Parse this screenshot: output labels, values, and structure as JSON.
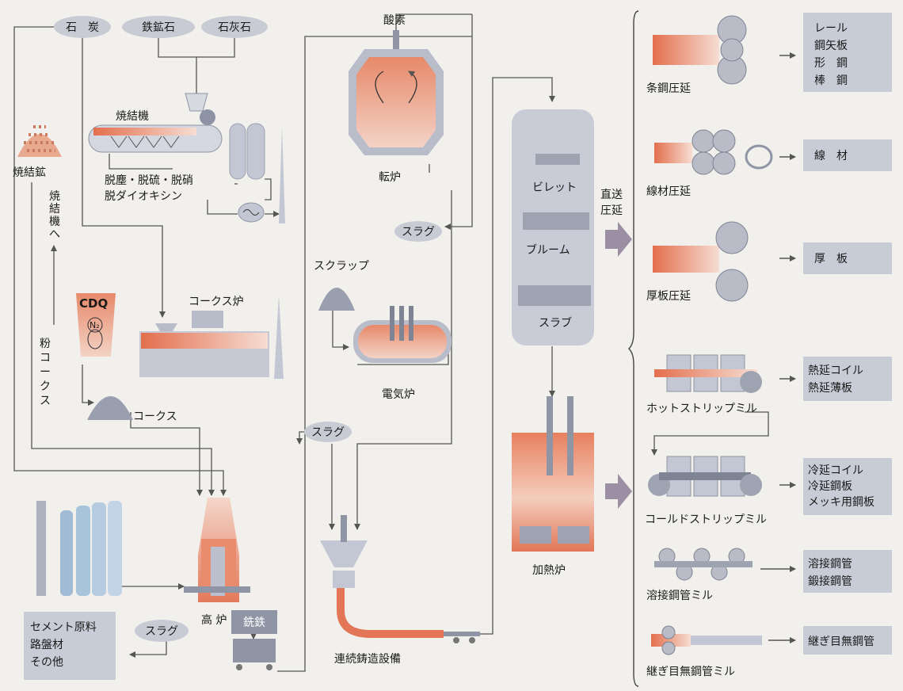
{
  "raw_materials": {
    "coal": "石　炭",
    "iron_ore": "鉄鉱石",
    "limestone": "石灰石"
  },
  "sintering": {
    "machine": "焼結機",
    "sintered_ore": "焼結鉱",
    "treatment_line1": "脱塵・脱硫・脱硝",
    "treatment_line2": "脱ダイオキシン",
    "to_sinter_machine": [
      "焼",
      "結",
      "機",
      "へ"
    ],
    "coke_fines": [
      "粉",
      "コ",
      "ー",
      "ク",
      "ス"
    ]
  },
  "coke": {
    "oven": "コークス炉",
    "cdq": "CDQ",
    "n2": "N₂",
    "coke": "コークス"
  },
  "blast_furnace": {
    "name": "高 炉",
    "pig_iron": "銑鉄",
    "slag": "スラグ",
    "byproducts": [
      "セメント原料",
      "路盤材",
      "その他"
    ]
  },
  "steelmaking": {
    "oxygen": "酸素",
    "converter": "転炉",
    "slag_converter": "スラグ",
    "scrap": "スクラップ",
    "electric_furnace": "電気炉",
    "slag_eaf": "スラグ",
    "continuous_casting": "連続鋳造設備"
  },
  "semi_products": {
    "billet": "ビレット",
    "bloom": "ブルーム",
    "slab": "スラブ"
  },
  "direct_rolling": [
    "直送",
    "圧延"
  ],
  "reheating_furnace": "加熱炉",
  "mills": [
    {
      "name": "条鋼圧延",
      "products": [
        "レール",
        "鋼矢板",
        "形　鋼",
        "棒　鋼"
      ]
    },
    {
      "name": "線材圧延",
      "products": [
        "線　材"
      ]
    },
    {
      "name": "厚板圧延",
      "products": [
        "厚　板"
      ]
    },
    {
      "name": "ホットストリップミル",
      "products": [
        "熱延コイル",
        "熱延薄板"
      ]
    },
    {
      "name": "コールドストリップミル",
      "products": [
        "冷延コイル",
        "冷延鋼板",
        "メッキ用鋼板"
      ]
    },
    {
      "name": "溶接鋼管ミル",
      "products": [
        "溶接鋼管",
        "鍛接鋼管"
      ]
    },
    {
      "name": "継ぎ目無鋼管ミル",
      "products": [
        "継ぎ目無鋼管"
      ]
    }
  ]
}
